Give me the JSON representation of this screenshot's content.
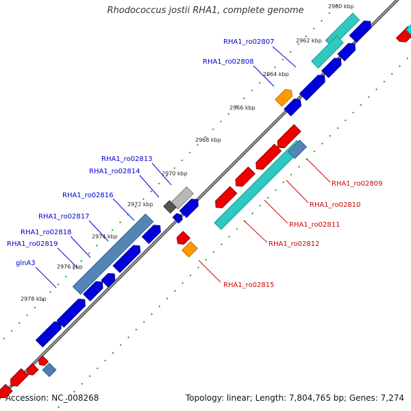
{
  "title": "Rhodococcus jostii RHA1, complete genome",
  "accession": "Accession: NC_008268",
  "topology": "Topology: linear; Length: 7,804,765 bp; Genes: 7,274",
  "colors": {
    "backbone": "#7a7a7a",
    "ticks": "#2a8a2a",
    "forward_label": "#0000cc",
    "reverse_label": "#cc0000",
    "cds_blue": "#0000dd",
    "cds_red": "#ee0000",
    "rna_teal": "#20c0c0",
    "steel": "#4f7fb0",
    "orange": "#ff9900",
    "grey": "#999999",
    "dark_grey": "#555555",
    "cyan": "#00e8e8"
  },
  "ticks": [
    "2960 kbp",
    "2962 kbp",
    "2964 kbp",
    "2966 kbp",
    "2968 kbp",
    "2970 kbp",
    "2972 kbp",
    "2974 kbp",
    "2976 kbp",
    "2978 kbp"
  ],
  "forward_labels": [
    "RHA1_ro02807",
    "RHA1_ro02808",
    "RHA1_ro02813",
    "RHA1_ro02814",
    "RHA1_ro02816",
    "RHA1_ro02817",
    "RHA1_ro02818",
    "RHA1_ro02819",
    "glnA3"
  ],
  "reverse_labels": [
    "RHA1_ro02809",
    "RHA1_ro02810",
    "RHA1_ro02811",
    "RHA1_ro02812",
    "RHA1_ro02815"
  ]
}
